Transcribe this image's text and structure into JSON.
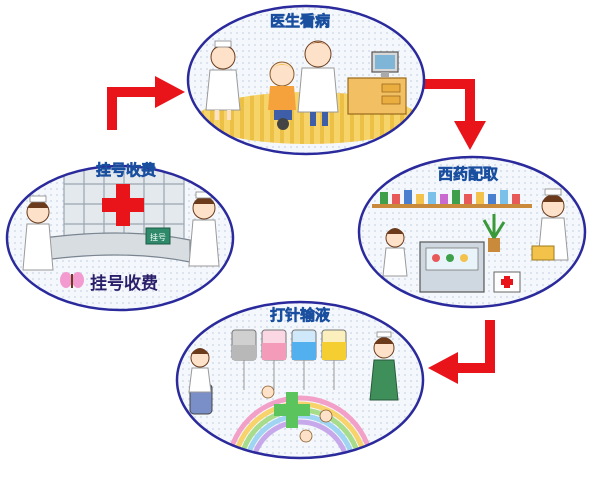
{
  "steps": [
    {
      "id": "doctor",
      "title": "医生看病"
    },
    {
      "id": "pharmacy",
      "title": "西药配取"
    },
    {
      "id": "infusion",
      "title": "打针输液"
    },
    {
      "id": "register",
      "title": "挂号收费",
      "sign_text": "挂号收费",
      "counter_plate": "挂号"
    }
  ],
  "colors": {
    "arrow": "#e8141a",
    "oval_border": "#2a2a9c",
    "title_fill": "#39b4e6",
    "title_stroke": "#1a4fa0"
  },
  "icons": [
    "doctor-icon",
    "nurse-icon",
    "patient-child-icon",
    "computer-icon",
    "red-cross-icon",
    "medicine-shelf-icon",
    "iv-bag-icon",
    "rainbow-icon",
    "butterfly-icon"
  ]
}
